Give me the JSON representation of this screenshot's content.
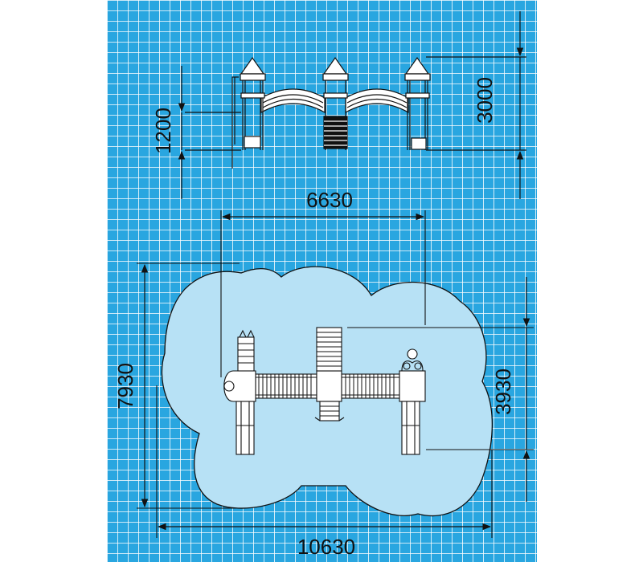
{
  "colors": {
    "page_background": "#ffffff",
    "grid_background": "#29a6e0",
    "grid_line": "#ffffff",
    "safety_zone_fill": "#b7e1f5",
    "line": "#111111"
  },
  "dimensions": {
    "elevation_height": "3000",
    "platform_height": "1200",
    "inner_width": "6630",
    "overall_depth": "7930",
    "inner_depth": "3930",
    "overall_width": "10630"
  }
}
